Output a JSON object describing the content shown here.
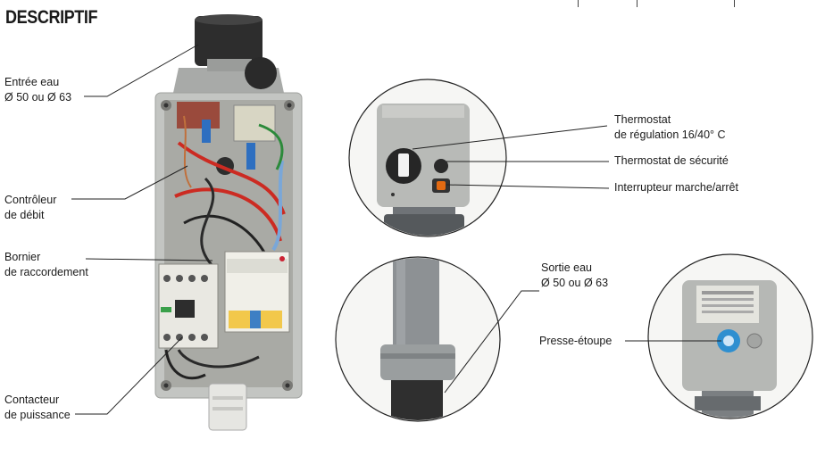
{
  "title": "DESCRIPTIF",
  "labels": {
    "entree_eau": [
      "Entrée eau",
      "Ø 50 ou Ø 63"
    ],
    "controleur": [
      "Contrôleur",
      "de débit"
    ],
    "bornier": [
      "Bornier",
      "de raccordement"
    ],
    "contacteur": [
      "Contacteur",
      "de puissance"
    ],
    "thermostat_reg": [
      "Thermostat",
      "de régulation 16/40° C"
    ],
    "thermostat_sec": "Thermostat de sécurité",
    "interrupteur": "Interrupteur marche/arrêt",
    "sortie_eau": [
      "Sortie eau",
      "Ø 50 ou Ø 63"
    ],
    "presse_etoupe": "Presse-étoupe"
  },
  "colors": {
    "line": "#222222",
    "housing": "#b9bcb9",
    "pipe_dark": "#2f2f2f",
    "pipe_grey": "#8d9194",
    "terminal_yellow": "#f2c84b",
    "terminal_blue": "#3d7fc4",
    "switch_orange": "#e26a12",
    "gland_blue": "#2e8fd0"
  }
}
